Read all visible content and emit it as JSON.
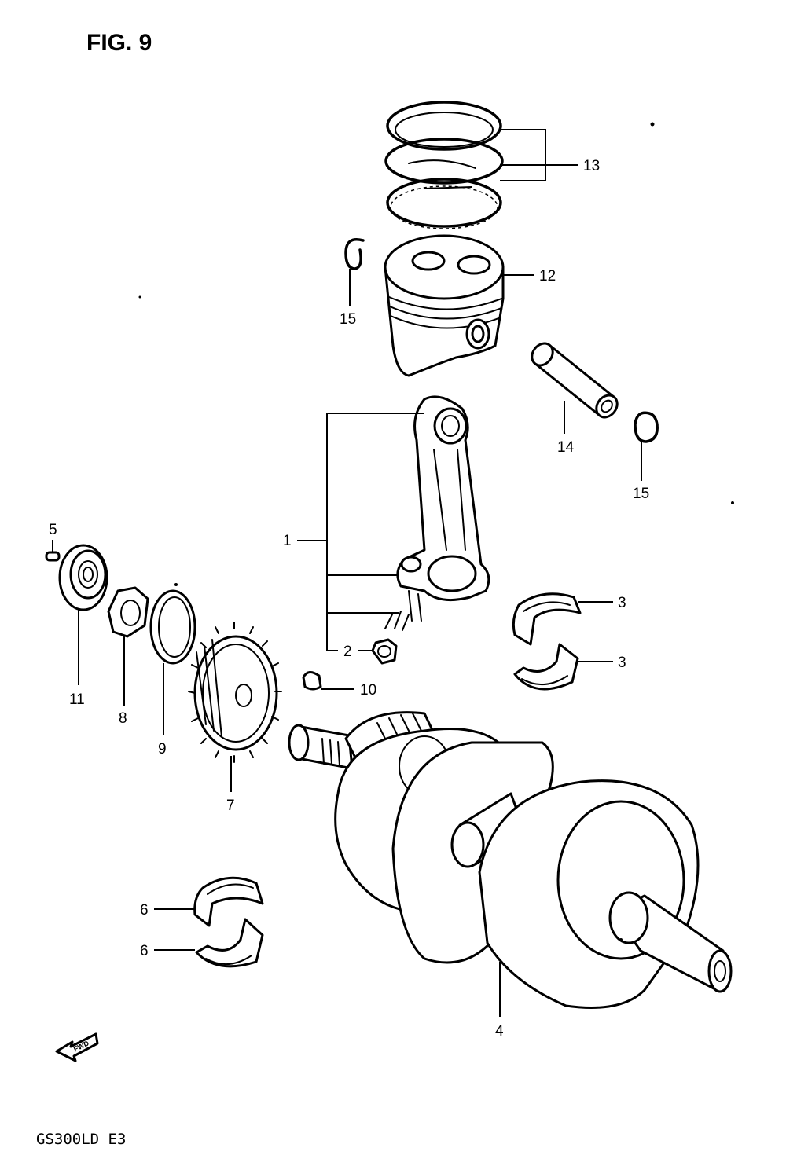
{
  "figure": {
    "title": "FIG. 9",
    "model_code": "GS300LD E3",
    "fwd_label": "FWD"
  },
  "callouts": {
    "p1": "1",
    "p2": "2",
    "p3a": "3",
    "p3b": "3",
    "p4": "4",
    "p5": "5",
    "p6a": "6",
    "p6b": "6",
    "p7": "7",
    "p8": "8",
    "p9": "9",
    "p10": "10",
    "p11": "11",
    "p12": "12",
    "p13": "13",
    "p14": "14",
    "p15a": "15",
    "p15b": "15"
  }
}
